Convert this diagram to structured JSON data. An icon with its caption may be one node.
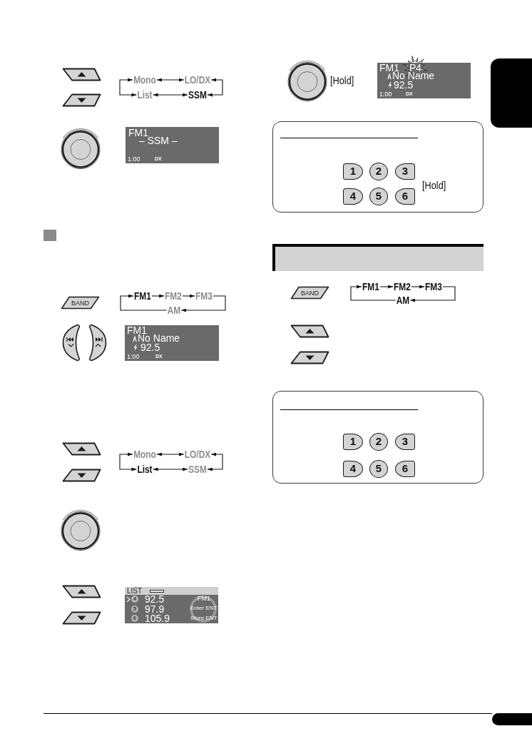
{
  "diagram": {
    "nodes": [
      {
        "text": [
          "Mono"
        ]
      },
      {
        "text": [
          "LO/DX"
        ]
      },
      {
        "text": [
          "List"
        ]
      },
      {
        "text": [
          "SSM"
        ]
      },
      {
        "text": [
          "FM1",
          "– SSM –",
          "1:00",
          "DX"
        ]
      },
      {
        "text": [
          "BAND"
        ]
      },
      {
        "text": [
          "FM1"
        ]
      },
      {
        "text": [
          "FM2"
        ]
      },
      {
        "text": [
          "FM3"
        ]
      },
      {
        "text": [
          "AM"
        ]
      },
      {
        "text": [
          "FM1",
          "No Name",
          "92.5",
          "1:00",
          "DX"
        ]
      },
      {
        "text": [
          "Mono"
        ]
      },
      {
        "text": [
          "LO/DX"
        ]
      },
      {
        "text": [
          "List"
        ]
      },
      {
        "text": [
          "SSM"
        ]
      },
      {
        "text": [
          "LIST",
          "4",
          "92.5",
          "5",
          "97.9",
          "6",
          "105.9",
          "FM1",
          "Enter ENT",
          "Store ENT"
        ]
      },
      {
        "text": [
          "FM1",
          "P4",
          "No Name",
          "92.5",
          "1:00",
          "DX"
        ]
      },
      {
        "text": [
          "[Hold]"
        ]
      },
      {
        "text": [
          "1"
        ],
        "in": 17
      },
      {
        "text": [
          "2"
        ],
        "in": 17
      },
      {
        "text": [
          "3"
        ],
        "in": 17
      },
      {
        "text": [
          "4"
        ],
        "in": 17
      },
      {
        "text": [
          "5"
        ],
        "in": 17
      },
      {
        "text": [
          "6"
        ],
        "in": 17
      },
      {
        "text": [],
        "shape": "bar"
      },
      {
        "text": [
          "BAND"
        ]
      },
      {
        "text": [
          "FM1"
        ]
      },
      {
        "text": [
          "FM2"
        ]
      },
      {
        "text": [
          "FM3"
        ]
      },
      {
        "text": [
          "AM"
        ]
      },
      {
        "text": [],
        "shape": "box"
      },
      {
        "text": [
          "1"
        ],
        "in": 30
      },
      {
        "text": [
          "2"
        ],
        "in": 30
      },
      {
        "text": [
          "3"
        ],
        "in": 30
      },
      {
        "text": [
          "4"
        ],
        "in": 30
      },
      {
        "text": [
          "5"
        ],
        "in": 30
      },
      {
        "text": [
          "6"
        ],
        "in": 30
      },
      {
        "text": [],
        "shape": "box"
      }
    ],
    "edges": [
      {
        "from": 0,
        "to": 1,
        "arrow": "both"
      },
      {
        "from": 2,
        "to": 3,
        "arrow": "both"
      },
      {
        "from": 0,
        "to": 2,
        "arrow": "both"
      },
      {
        "from": 1,
        "to": 3,
        "arrow": "both"
      },
      {
        "from": 6,
        "to": 7,
        "arrow": "to"
      },
      {
        "from": 7,
        "to": 8,
        "arrow": "to"
      },
      {
        "from": 8,
        "to": 9,
        "arrow": "to"
      },
      {
        "from": 9,
        "to": 6,
        "arrow": "to"
      },
      {
        "from": 11,
        "to": 12,
        "arrow": "both"
      },
      {
        "from": 13,
        "to": 14,
        "arrow": "both"
      },
      {
        "from": 11,
        "to": 13,
        "arrow": "both"
      },
      {
        "from": 12,
        "to": 14,
        "arrow": "both"
      },
      {
        "from": 26,
        "to": 27,
        "arrow": "to"
      },
      {
        "from": 27,
        "to": 28,
        "arrow": "to"
      },
      {
        "from": 28,
        "to": 29,
        "arrow": "to"
      },
      {
        "from": 29,
        "to": 26,
        "arrow": "to"
      }
    ],
    "labels": [
      "[Hold]"
    ]
  }
}
